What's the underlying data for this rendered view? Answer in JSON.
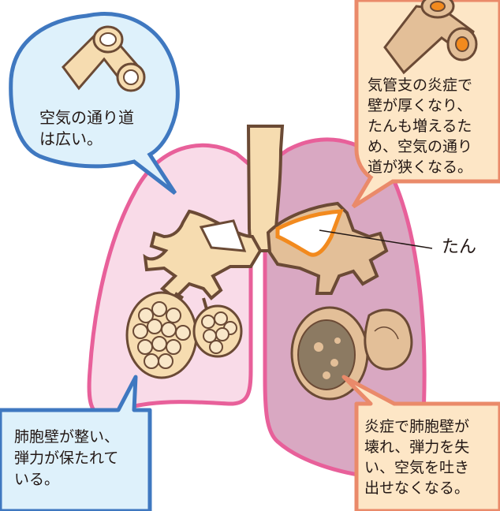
{
  "callouts": {
    "healthy_airway": "空気の通り道\nは広い。",
    "diseased_airway": "気管支の炎症で\n壁が厚くなり、\nたんも増えるた\nめ、空気の通り\n道が狭くなる。",
    "healthy_alveoli": "肺胞壁が整い、\n弾力が保たれて\nいる。",
    "diseased_alveoli": "炎症で肺胞壁が\n壊れ、弾力を失\nい、空気を吐き\n出せなくなる。"
  },
  "labels": {
    "sputum": "たん"
  },
  "colors": {
    "healthy_lung": "#f9dbe8",
    "diseased_lung": "#d9a8c2",
    "lung_outline": "#e8609a",
    "airway_fill": "#f6dcb0",
    "diseased_airway_fill": "#e3bf98",
    "outline": "#6b4a35",
    "sputum": "#f28a1e",
    "blue_callout_border": "#3f78c0",
    "blue_callout_fill": "#def1fb",
    "orange_callout_border": "#ea8a6a",
    "orange_callout_fill": "#fde6c6",
    "damaged_alveoli": "#8c7a62"
  }
}
